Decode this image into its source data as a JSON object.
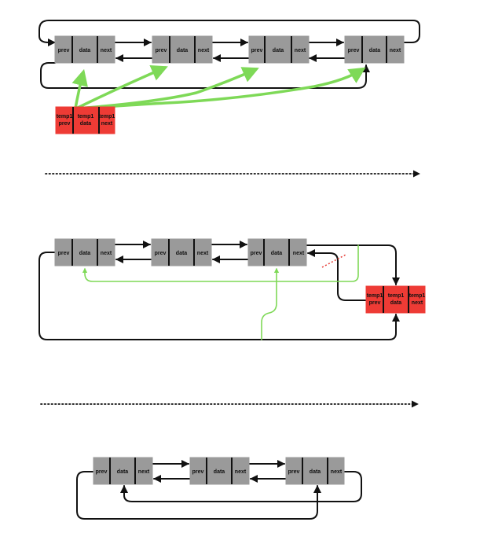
{
  "node_labels": {
    "prev": "prev",
    "data": "data",
    "next": "next"
  },
  "temp_labels": {
    "prev": "temp1\nprev",
    "data": "temp1\ndata",
    "next": "temp1\nnext"
  },
  "colors": {
    "node": "#9a9a9a",
    "temp_node": "#ee3b35",
    "pointer": "#111111",
    "new_link": "#7ed957",
    "cut_mark": "#e53b35"
  },
  "panels": [
    {
      "id": "insert-before-links",
      "node_count": 4,
      "temp_node": true
    },
    {
      "id": "relink-tail",
      "node_count": 3,
      "temp_node": true
    },
    {
      "id": "result",
      "node_count": 3,
      "temp_node": false
    }
  ]
}
